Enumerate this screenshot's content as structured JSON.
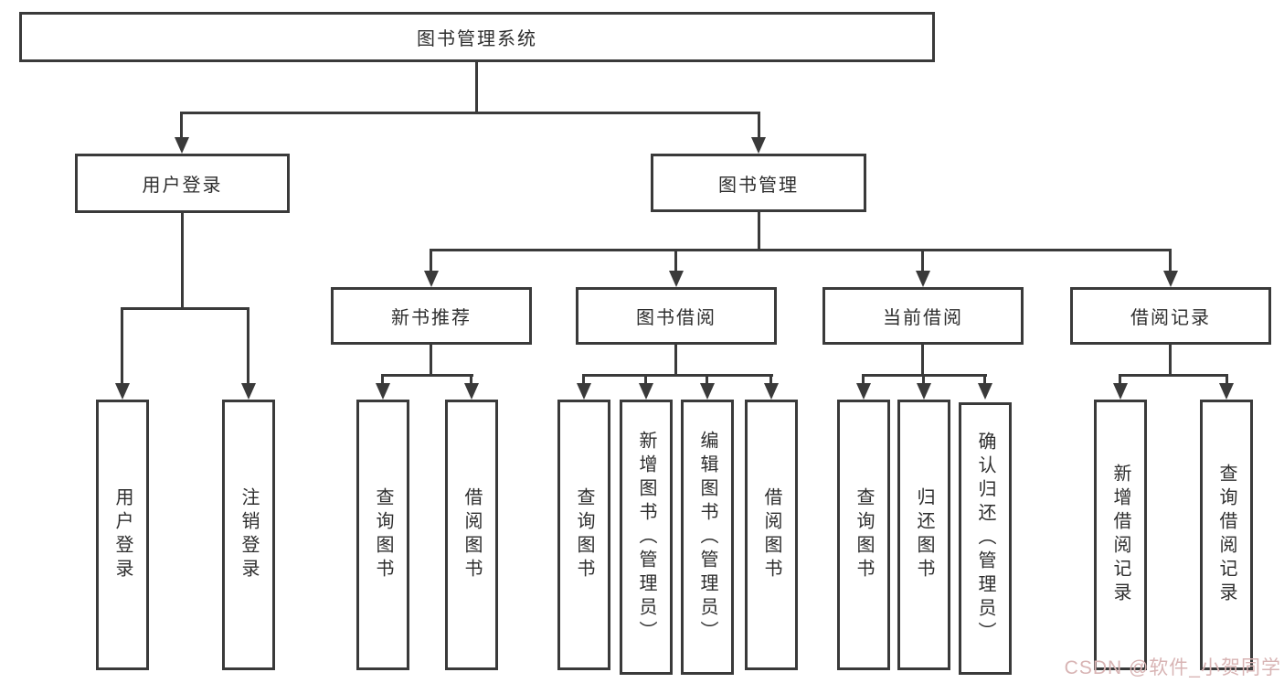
{
  "diagram": {
    "root": {
      "label": "图书管理系统"
    },
    "branches": [
      {
        "label": "用户登录",
        "children": [
          {
            "label": "用户登录"
          },
          {
            "label": "注销登录"
          }
        ]
      },
      {
        "label": "图书管理",
        "children": [
          {
            "label": "新书推荐",
            "children": [
              {
                "label": "查询图书"
              },
              {
                "label": "借阅图书"
              }
            ]
          },
          {
            "label": "图书借阅",
            "children": [
              {
                "label": "查询图书"
              },
              {
                "label": "新增图书（管理员）"
              },
              {
                "label": "编辑图书（管理员）"
              },
              {
                "label": "借阅图书"
              }
            ]
          },
          {
            "label": "当前借阅",
            "children": [
              {
                "label": "查询图书"
              },
              {
                "label": "归还图书"
              },
              {
                "label": "确认归还（管理员）"
              }
            ]
          },
          {
            "label": "借阅记录",
            "children": [
              {
                "label": "新增借阅记录"
              },
              {
                "label": "查询借阅记录"
              }
            ]
          }
        ]
      }
    ]
  },
  "watermark": {
    "text": "CSDN @软件_小贺同学",
    "color": "#d8b4b4"
  },
  "colors": {
    "line": "#3a3a3a",
    "text": "#2e2e2e",
    "background": "#ffffff",
    "box_fill": "#ffffff"
  }
}
